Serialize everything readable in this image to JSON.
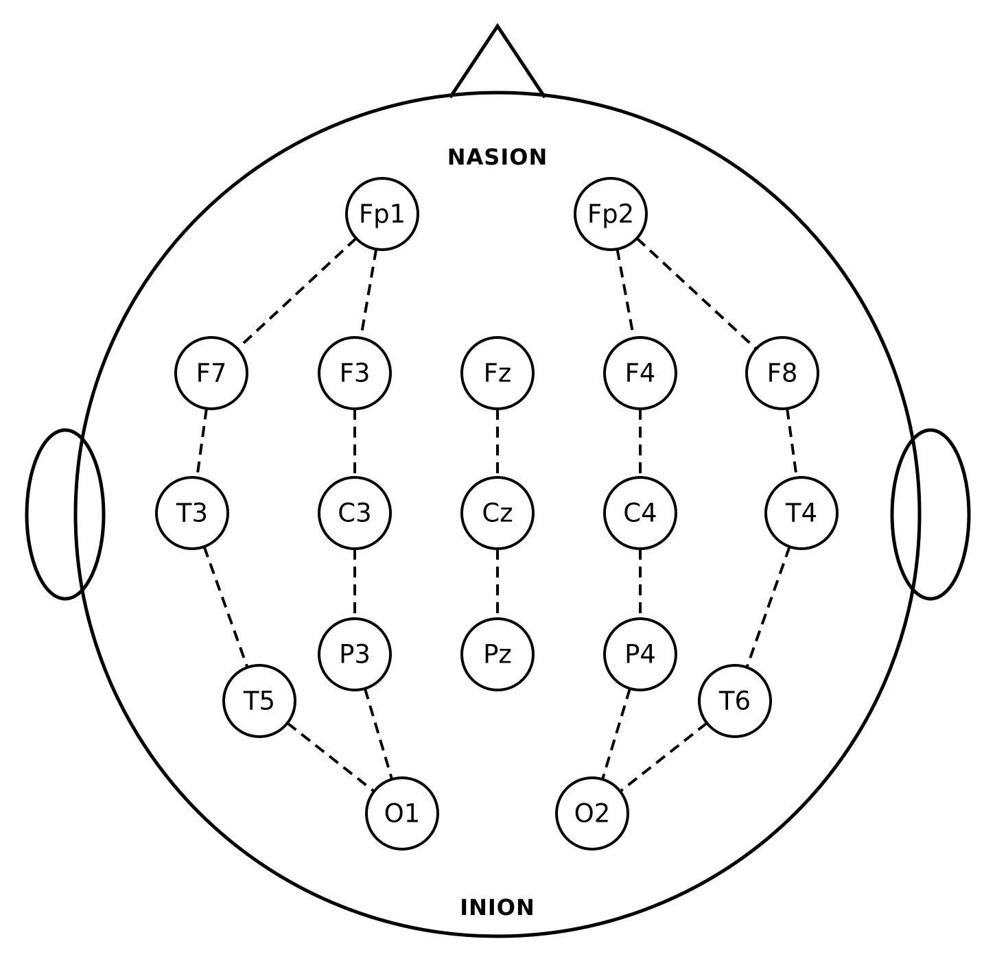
{
  "landmarks": {
    "top": "NASION",
    "bottom": "INION"
  },
  "electrodes": [
    {
      "id": "Fp1",
      "label": "Fp1"
    },
    {
      "id": "Fp2",
      "label": "Fp2"
    },
    {
      "id": "F7",
      "label": "F7"
    },
    {
      "id": "F3",
      "label": "F3"
    },
    {
      "id": "Fz",
      "label": "Fz"
    },
    {
      "id": "F4",
      "label": "F4"
    },
    {
      "id": "F8",
      "label": "F8"
    },
    {
      "id": "T3",
      "label": "T3"
    },
    {
      "id": "C3",
      "label": "C3"
    },
    {
      "id": "Cz",
      "label": "Cz"
    },
    {
      "id": "C4",
      "label": "C4"
    },
    {
      "id": "T4",
      "label": "T4"
    },
    {
      "id": "T5",
      "label": "T5"
    },
    {
      "id": "P3",
      "label": "P3"
    },
    {
      "id": "Pz",
      "label": "Pz"
    },
    {
      "id": "P4",
      "label": "P4"
    },
    {
      "id": "T6",
      "label": "T6"
    },
    {
      "id": "O1",
      "label": "O1"
    },
    {
      "id": "O2",
      "label": "O2"
    }
  ],
  "connections": [
    [
      "Fp1",
      "F7"
    ],
    [
      "Fp1",
      "F3"
    ],
    [
      "Fp2",
      "F4"
    ],
    [
      "Fp2",
      "F8"
    ],
    [
      "F7",
      "T3"
    ],
    [
      "T3",
      "T5"
    ],
    [
      "T5",
      "O1"
    ],
    [
      "F3",
      "C3"
    ],
    [
      "C3",
      "P3"
    ],
    [
      "P3",
      "O1"
    ],
    [
      "Fz",
      "Cz"
    ],
    [
      "Cz",
      "Pz"
    ],
    [
      "F4",
      "C4"
    ],
    [
      "C4",
      "P4"
    ],
    [
      "P4",
      "O2"
    ],
    [
      "F8",
      "T4"
    ],
    [
      "T4",
      "T6"
    ],
    [
      "T6",
      "O2"
    ]
  ]
}
